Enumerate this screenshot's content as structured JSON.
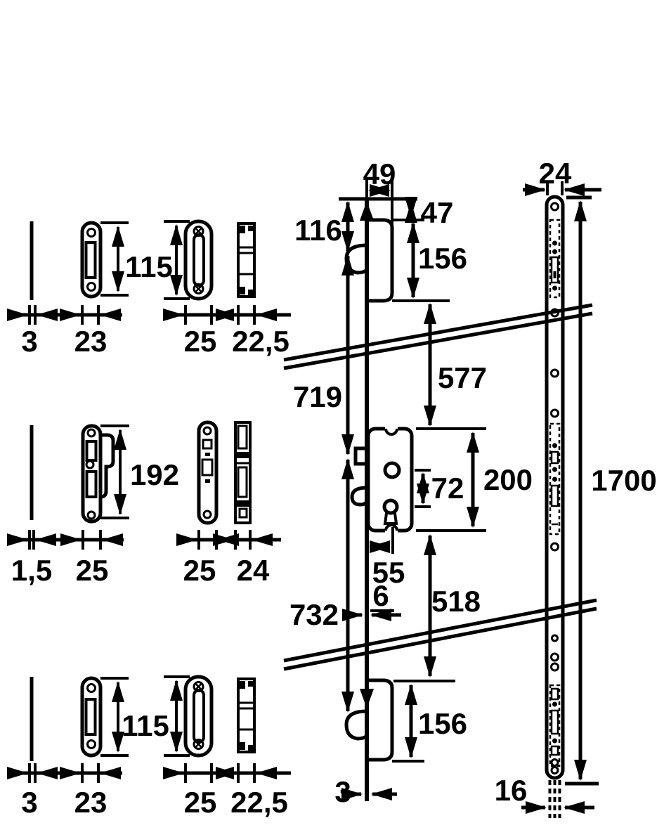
{
  "colors": {
    "ink": "#000000",
    "paper": "#ffffff"
  },
  "groups": {
    "top": {
      "spacer": "3",
      "plate_width": "23",
      "height": "115",
      "keep_width": "25",
      "side_width": "22,5"
    },
    "middle": {
      "spacer": "1,5",
      "plate_width": "25",
      "height": "192",
      "keep_width": "25",
      "side_width": "24"
    },
    "bottom": {
      "spacer": "3",
      "plate_width": "23",
      "height": "115",
      "keep_width": "25",
      "side_width": "22,5"
    }
  },
  "lock": {
    "case_depth": "49",
    "top_inset": "47",
    "upper_case_height": "156",
    "upper_point_offset": "116",
    "upper_span": "577",
    "mid_span": "719",
    "case_height": "200",
    "axis_spacing": "72",
    "backset": "55",
    "faceplate_thickness": "6",
    "lower_span": "732",
    "lower_gap": "518",
    "lower_case_height": "156",
    "faceplate_edge": "3"
  },
  "rail": {
    "width": "24",
    "length": "1700",
    "tip_width": "16"
  }
}
